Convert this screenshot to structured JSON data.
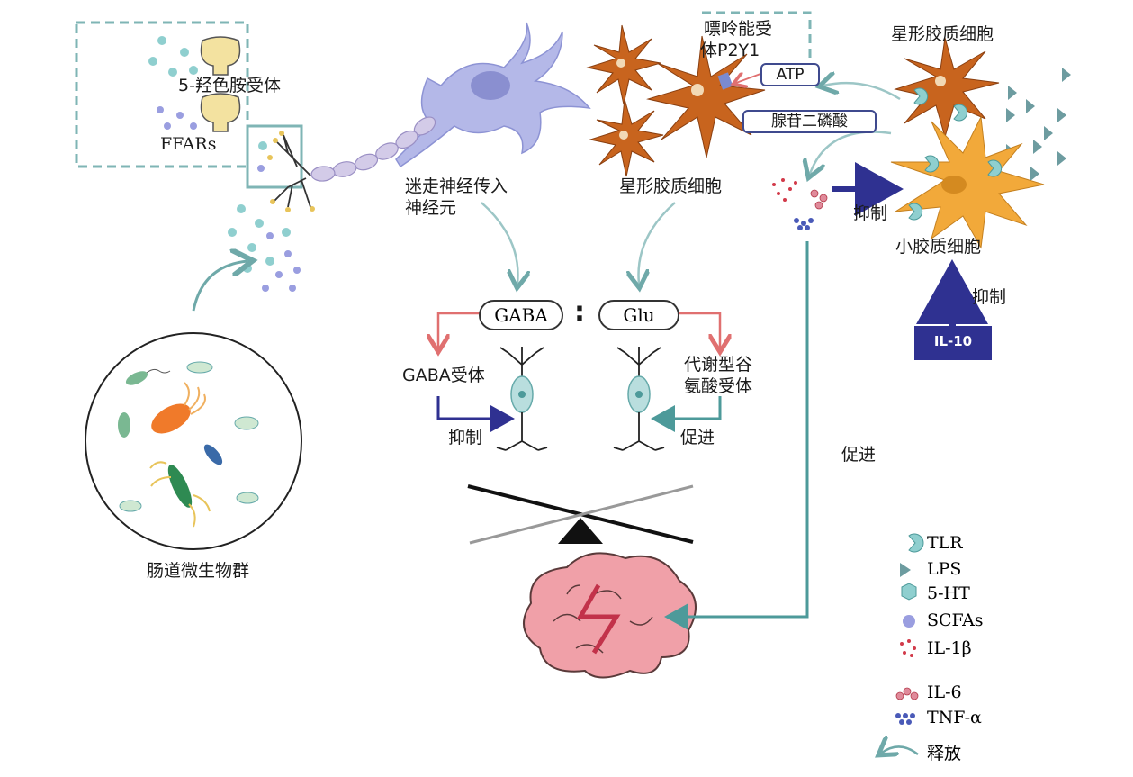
{
  "labels": {
    "receptor_5ht": "5-羟色胺受体",
    "ffars": "FFARs",
    "vagal_neuron": [
      "迷走神经传入",
      "神经元"
    ],
    "purinergic_receptor": [
      "嘌呤能受",
      "体P2Y1"
    ],
    "astrocyte_top": "星形胶质细胞",
    "astrocyte_mid": "星形胶质细胞",
    "atp": "ATP",
    "adenosine_diphosphate": "腺苷二磷酸",
    "microglia": "小胶质细胞",
    "inhibit_microglia": "抑制",
    "inhibit_il10": "抑制",
    "il10": "IL-10",
    "gaba": "GABA",
    "glu": "Glu",
    "ratio_colon": ":",
    "gaba_receptor": "GABA受体",
    "mglur": [
      "代谢型谷",
      "氨酸受体"
    ],
    "inhibit_gaba": "抑制",
    "promote_glu": "促进",
    "promote_cytokine": "促进",
    "gut_microbiota": "肠道微生物群"
  },
  "legend": [
    {
      "icon": "tlr-icon",
      "label": "TLR"
    },
    {
      "icon": "lps-icon",
      "label": "LPS"
    },
    {
      "icon": "5ht-icon",
      "label": "5-HT"
    },
    {
      "icon": "scfas-icon",
      "label": "SCFAs"
    },
    {
      "icon": "il1b-icon",
      "label": "IL-1β"
    },
    {
      "icon": "il6-icon",
      "label": "IL-6"
    },
    {
      "icon": "tnfa-icon",
      "label": "TNF-α"
    },
    {
      "icon": "release-arrow-icon",
      "label": "释放"
    }
  ],
  "colors": {
    "teal": "#6fa9a9",
    "navy": "#2f3191",
    "red_arrow": "#e07070",
    "astrocyte": "#c8641e",
    "microglia": "#f2a93a",
    "neuron": "#a9aee0",
    "brain": "#f0a0a8"
  }
}
